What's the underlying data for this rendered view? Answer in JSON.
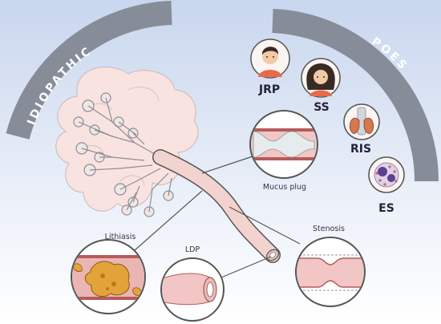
{
  "arcs": {
    "left": "IDIOPATHIC",
    "right": "POES"
  },
  "causes": [
    {
      "label": "JRP",
      "icon": "boy-avatar-icon"
    },
    {
      "label": "SS",
      "icon": "woman-avatar-icon"
    },
    {
      "label": "RIS",
      "icon": "thyroid-icon"
    },
    {
      "label": "ES",
      "icon": "eosinophil-cell-icon"
    }
  ],
  "insets": {
    "mucus_plug": "Mucus plug",
    "lithiasis": "Lithiasis",
    "ldp": "LDP",
    "stenosis": "Stenosis"
  },
  "colors": {
    "arc": "#8a8f9c",
    "duct": "#f2d2ce",
    "duct_outline": "#555",
    "inset_ring": "#555",
    "gland": "#fae6e3",
    "background_top": "#c9d7ee",
    "background_bottom": "#ffffff"
  }
}
